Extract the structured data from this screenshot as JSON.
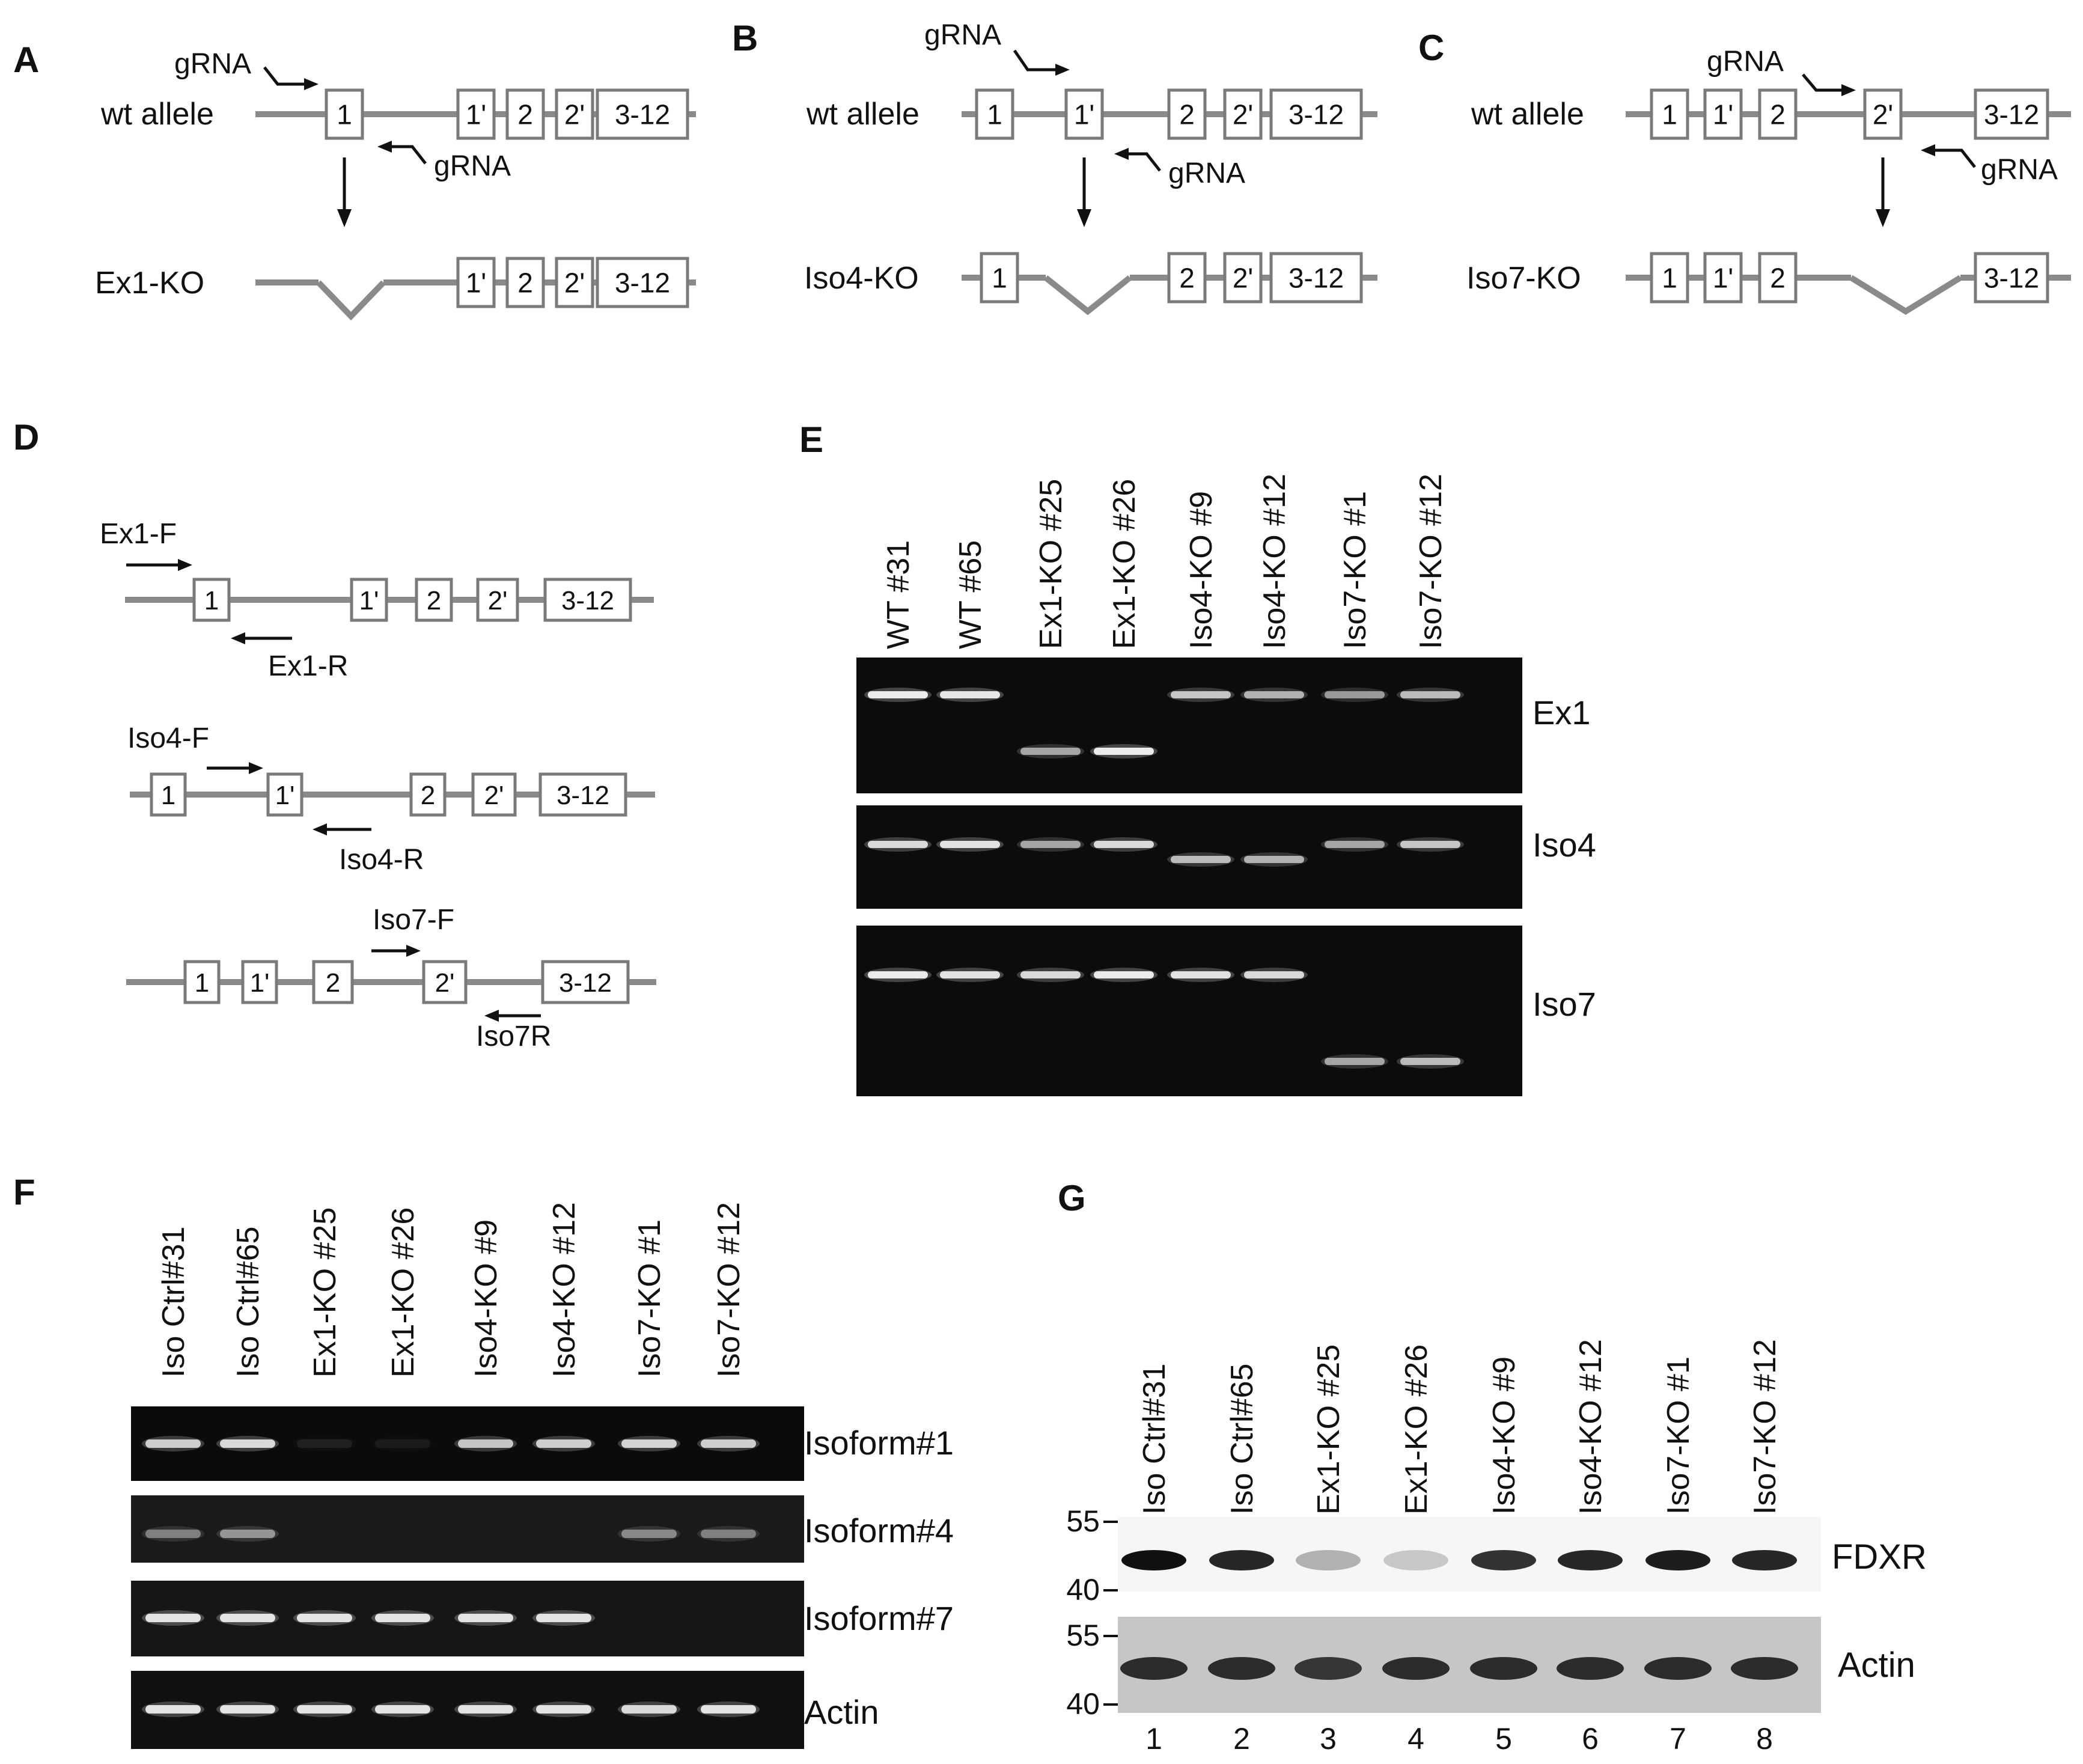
{
  "panels": {
    "A": {
      "letter": "A",
      "gRNA_label": "gRNA",
      "wt_label": "wt allele",
      "ko_label": "Ex1-KO",
      "wt_exons": [
        "1",
        "1'",
        "2",
        "2'",
        "3-12"
      ],
      "ko_exons": [
        "1'",
        "2",
        "2'",
        "3-12"
      ]
    },
    "B": {
      "letter": "B",
      "gRNA_label": "gRNA",
      "wt_label": "wt allele",
      "ko_label": "Iso4-KO",
      "wt_exons": [
        "1",
        "1'",
        "2",
        "2'",
        "3-12"
      ],
      "ko_exons": [
        "1",
        "2",
        "2'",
        "3-12"
      ]
    },
    "C": {
      "letter": "C",
      "gRNA_label": "gRNA",
      "wt_label": "wt allele",
      "ko_label": "Iso7-KO",
      "wt_exons": [
        "1",
        "1'",
        "2",
        "2'",
        "3-12"
      ],
      "ko_exons": [
        "1",
        "1'",
        "2",
        "3-12"
      ]
    },
    "D": {
      "letter": "D",
      "exons": [
        "1",
        "1'",
        "2",
        "2'",
        "3-12"
      ],
      "primers": [
        "Ex1-F",
        "Ex1-R",
        "Iso4-F",
        "Iso4-R",
        "Iso7-F",
        "Iso7R"
      ]
    },
    "E": {
      "letter": "E",
      "lanes": [
        "WT #31",
        "WT #65",
        "Ex1-KO #25",
        "Ex1-KO #26",
        "Iso4-KO #9",
        "Iso4-KO #12",
        "Iso7-KO #1",
        "Iso7-KO #12"
      ],
      "gels": [
        "Ex1",
        "Iso4",
        "Iso7"
      ]
    },
    "F": {
      "letter": "F",
      "lanes": [
        "Iso Ctrl#31",
        "Iso Ctrl#65",
        "Ex1-KO #25",
        "Ex1-KO #26",
        "Iso4-KO #9",
        "Iso4-KO #12",
        "Iso7-KO #1",
        "Iso7-KO #12"
      ],
      "gels": [
        "Isoform#1",
        "Isoform#4",
        "Isoform#7",
        "Actin"
      ]
    },
    "G": {
      "letter": "G",
      "lanes": [
        "Iso Ctrl#31",
        "Iso Ctrl#65",
        "Ex1-KO #25",
        "Ex1-KO #26",
        "Iso4-KO #9",
        "Iso4-KO #12",
        "Iso7-KO #1",
        "Iso7-KO #12"
      ],
      "blots": [
        "FDXR",
        "Actin"
      ],
      "markers": [
        "55",
        "40"
      ],
      "lane_numbers": [
        "1",
        "2",
        "3",
        "4",
        "5",
        "6",
        "7",
        "8"
      ]
    }
  },
  "band_intensity": {
    "E": {
      "Ex1": [
        {
          "i": 0.95,
          "r": "wt"
        },
        {
          "i": 0.92,
          "r": "wt"
        },
        {
          "i": 0.6,
          "r": "ko"
        },
        {
          "i": 0.95,
          "r": "ko"
        },
        {
          "i": 0.75,
          "r": "wt"
        },
        {
          "i": 0.65,
          "r": "wt"
        },
        {
          "i": 0.55,
          "r": "wt"
        },
        {
          "i": 0.7,
          "r": "wt"
        }
      ],
      "Iso4": [
        {
          "i": 0.85,
          "r": "wt"
        },
        {
          "i": 0.9,
          "r": "wt"
        },
        {
          "i": 0.6,
          "r": "wt"
        },
        {
          "i": 0.85,
          "r": "wt"
        },
        {
          "i": 0.7,
          "r": "ko"
        },
        {
          "i": 0.65,
          "r": "ko"
        },
        {
          "i": 0.6,
          "r": "wt"
        },
        {
          "i": 0.75,
          "r": "wt"
        }
      ],
      "Iso7": [
        {
          "i": 0.95,
          "r": "wt"
        },
        {
          "i": 0.9,
          "r": "wt"
        },
        {
          "i": 0.85,
          "r": "wt"
        },
        {
          "i": 0.95,
          "r": "wt"
        },
        {
          "i": 0.9,
          "r": "wt"
        },
        {
          "i": 0.85,
          "r": "wt"
        },
        {
          "i": 0.6,
          "r": "ko"
        },
        {
          "i": 0.7,
          "r": "ko"
        }
      ]
    },
    "F": {
      "Isoform#1": [
        0.8,
        0.85,
        0.08,
        0.06,
        0.75,
        0.8,
        0.82,
        0.8
      ],
      "Isoform#4": [
        0.4,
        0.5,
        0,
        0,
        0,
        0,
        0.45,
        0.4
      ],
      "Isoform#7": [
        0.9,
        0.9,
        0.9,
        0.9,
        0.9,
        0.9,
        0,
        0
      ],
      "Actin": [
        0.9,
        0.9,
        0.9,
        0.9,
        0.9,
        0.9,
        0.85,
        0.9
      ]
    },
    "G": {
      "FDXR": [
        1.0,
        0.9,
        0.3,
        0.2,
        0.85,
        0.9,
        0.95,
        0.9
      ],
      "Actin": [
        0.85,
        0.85,
        0.8,
        0.85,
        0.85,
        0.85,
        0.85,
        0.85
      ]
    }
  }
}
